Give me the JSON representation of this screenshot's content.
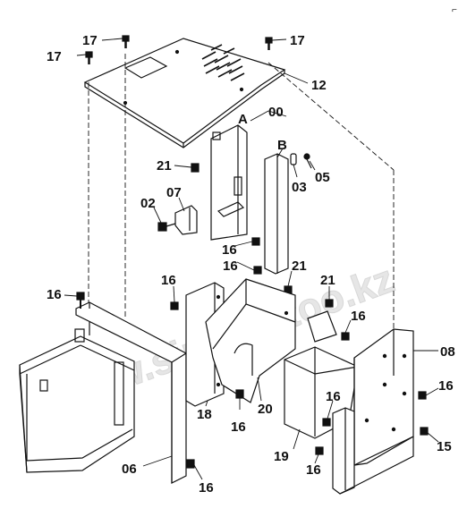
{
  "diagram": {
    "type": "exploded-parts-drawing",
    "line_color": "#111111",
    "background": "#ffffff",
    "watermark": {
      "text": "www.sinhon-too.kz",
      "color": "#e6e6e6"
    },
    "corner_mark": "⌐",
    "group_labels": {
      "A": "A",
      "B": "B",
      "assembly": "00"
    },
    "callouts": {
      "c17_left": "17",
      "c17_mid": "17",
      "c17_right": "17",
      "c12": "12",
      "c21_top": "21",
      "c03": "03",
      "c05": "05",
      "c07": "07",
      "c02": "02",
      "c16_a": "16",
      "c16_b": "16",
      "c16_c": "16",
      "c21_mid": "21",
      "c21_right": "21",
      "c16_left": "16",
      "c16_right_top": "16",
      "c08": "08",
      "c16_panel": "16",
      "c16_far_right": "16",
      "c18": "18",
      "c20": "20",
      "c16_bottom_mid": "16",
      "c19": "19",
      "c15": "15",
      "c06": "06",
      "c16_bottom_left": "16",
      "c16_bottom_right": "16"
    }
  }
}
